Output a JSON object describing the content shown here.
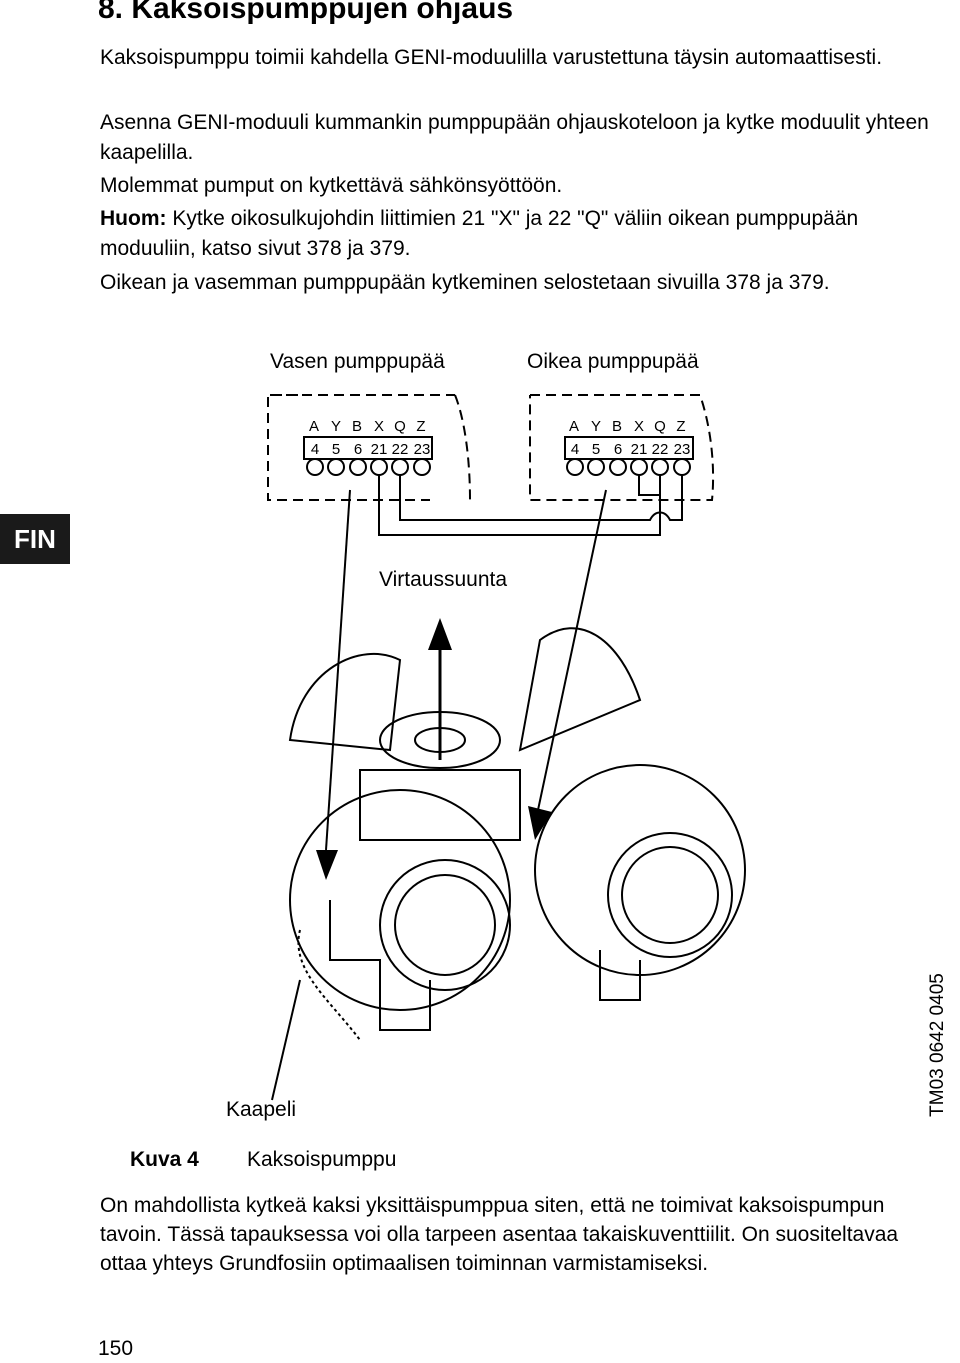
{
  "heading": "8. Kaksoispumppujen ohjaus",
  "paragraphs": {
    "p1": "Kaksoispumppu toimii kahdella GENI-moduulilla varustettuna täysin automaattisesti.",
    "p2": "Asenna GENI-moduuli kummankin pumppupään ohjauskoteloon ja kytke moduulit yhteen kaapelilla.",
    "p3": "Molemmat pumput on kytkettävä sähkönsyöttöön.",
    "p4_bold": "Huom:",
    "p4_rest": " Kytke oikosulkujohdin liittimien 21 \"X\" ja 22 \"Q\" väliin oikean pumppupään moduuliin, katso sivut 378 ja 379.",
    "p5": "Oikean ja vasemman pumppupään kytkeminen selostetaan sivuilla 378 ja 379.",
    "p6": "On mahdollista kytkeä kaksi yksittäispumppua siten, että ne toimivat kaksoispumpun tavoin. Tässä tapauksessa voi olla tarpeen asentaa takaiskuventtiilit. On suositeltavaa ottaa yhteys Grundfosiin optimaalisen toiminnan varmistamiseksi."
  },
  "lang_tab": "FIN",
  "figure": {
    "left_head_label": "Vasen pumppupää",
    "right_head_label": "Oikea pumppupää",
    "flow_label": "Virtaussuunta",
    "cable_label": "Kaapeli",
    "terminal_letters": [
      "A",
      "Y",
      "B",
      "X",
      "Q",
      "Z"
    ],
    "terminal_numbers": [
      "4",
      "5",
      "6",
      "21",
      "22",
      "23"
    ],
    "drawing_code": "TM03 0642 0405"
  },
  "caption": {
    "number": "Kuva 4",
    "text": "Kaksoispumppu"
  },
  "page_number": "150"
}
